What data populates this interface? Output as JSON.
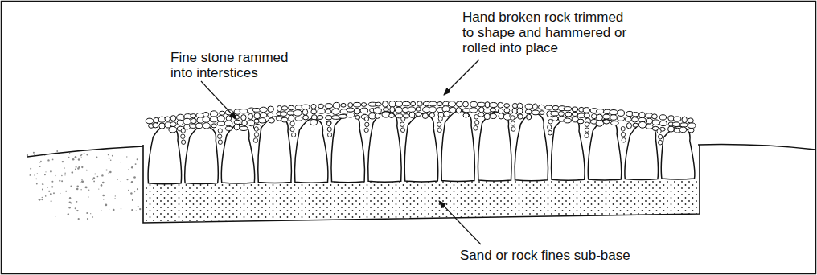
{
  "diagram": {
    "labels": [
      "Fine stone rammed into interstices",
      "Hand broken rock trimmed to shape and hammered or rolled into place",
      "Sand or rock fines sub-base"
    ]
  }
}
